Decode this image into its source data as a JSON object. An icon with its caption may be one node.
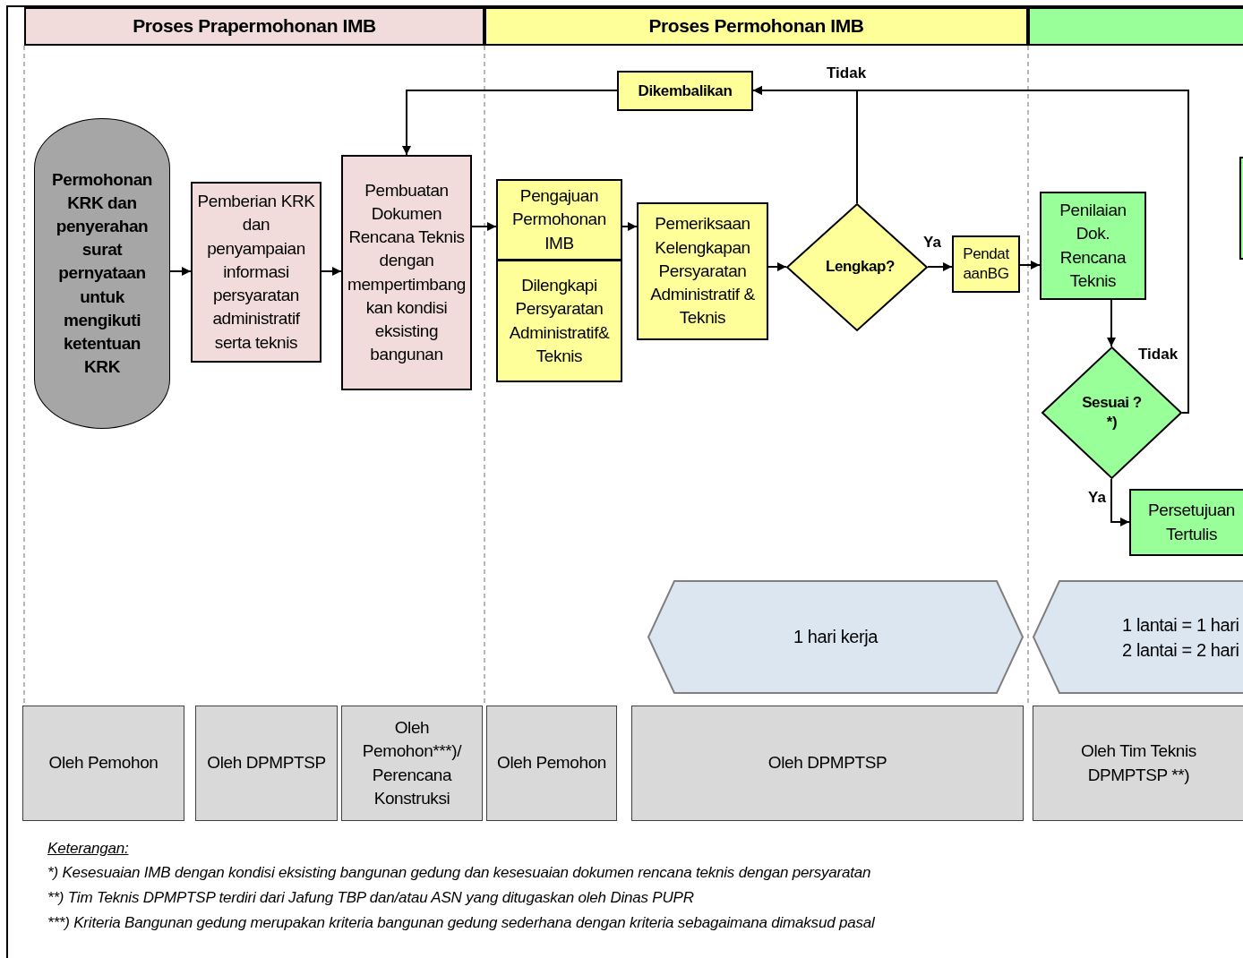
{
  "diagram": {
    "nodes": [
      {
        "text": [
          "Proses Prapermohonan IMB"
        ]
      },
      {
        "text": [
          "Proses Permohonan IMB"
        ]
      },
      {
        "text": [],
        "shape": "box"
      },
      {
        "text": [
          "Permohonan KRK dan penyerahan surat pernyataan untuk mengikuti ketentuan KRK"
        ]
      },
      {
        "text": [
          "Pemberian KRK dan penyampaian informasi persyaratan administratif serta teknis"
        ]
      },
      {
        "text": [
          "Pembuatan Dokumen Rencana Teknis dengan mempertimbangkan kondisi eksisting bangunan"
        ]
      },
      {
        "text": [
          "Pengajuan Permohonan IMB"
        ]
      },
      {
        "text": [
          "Dilengkapi Persyaratan Administratif& Teknis"
        ]
      },
      {
        "text": [
          "Dikembalikan"
        ]
      },
      {
        "text": [
          "Pemeriksaan Kelengkapan Persyaratan Administratif & Teknis"
        ]
      },
      {
        "text": [
          "Lengkap?"
        ]
      },
      {
        "text": [
          "PendataanBG"
        ]
      },
      {
        "text": [
          "Penilaian Dok. Rencana Teknis"
        ]
      },
      {
        "text": [
          "Sesuai ? *)"
        ]
      },
      {
        "text": [
          "Persetujuan Tertulis"
        ]
      },
      {
        "text": [],
        "shape": "box"
      },
      {
        "text": [
          "1 hari kerja"
        ]
      },
      {
        "text": [
          "1 lantai = 1 hari",
          "2 lantai = 2 hari"
        ]
      },
      {
        "text": [
          "Oleh Pemohon"
        ]
      },
      {
        "text": [
          "Oleh DPMPTSP"
        ]
      },
      {
        "text": [
          "Oleh Pemohon***)/ Perencana Konstruksi"
        ]
      },
      {
        "text": [
          "Oleh Pemohon"
        ]
      },
      {
        "text": [
          "Oleh DPMPTSP"
        ]
      },
      {
        "text": [
          "Oleh Tim Teknis DPMPTSP **)"
        ]
      }
    ],
    "edges": [
      {
        "from": 3,
        "to": 4,
        "arrow": "to"
      },
      {
        "from": 4,
        "to": 5,
        "arrow": "to"
      },
      {
        "from": 5,
        "to": 6,
        "arrow": "to"
      },
      {
        "from": 6,
        "to": 9,
        "arrow": "to"
      },
      {
        "from": 9,
        "to": 10,
        "arrow": "to"
      },
      {
        "from": 10,
        "to": 11,
        "arrow": "to",
        "label": "Ya"
      },
      {
        "from": 11,
        "to": 12,
        "arrow": "to"
      },
      {
        "from": 12,
        "to": 13,
        "arrow": "to"
      },
      {
        "from": 13,
        "to": 14,
        "arrow": "to",
        "label": "Ya"
      },
      {
        "from": 10,
        "to": 8,
        "arrow": "to",
        "label": "Tidak"
      },
      {
        "from": 13,
        "to": 8,
        "arrow": "to",
        "label": "Tidak"
      },
      {
        "from": 8,
        "to": 5,
        "arrow": "to"
      }
    ],
    "labels": [
      "Keterangan:",
      "*) Kesesuaian IMB dengan kondisi eksisting bangunan gedung dan kesesuaian dokumen rencana teknis dengan persyaratan",
      "**) Tim Teknis DPMPTSP terdiri dari Jafung TBP dan/atau ASN yang ditugaskan oleh Dinas PUPR",
      "***) Kriteria Bangunan gedung merupakan kriteria bangunan gedung sederhana dengan kriteria sebagaimana dimaksud pasal"
    ]
  }
}
